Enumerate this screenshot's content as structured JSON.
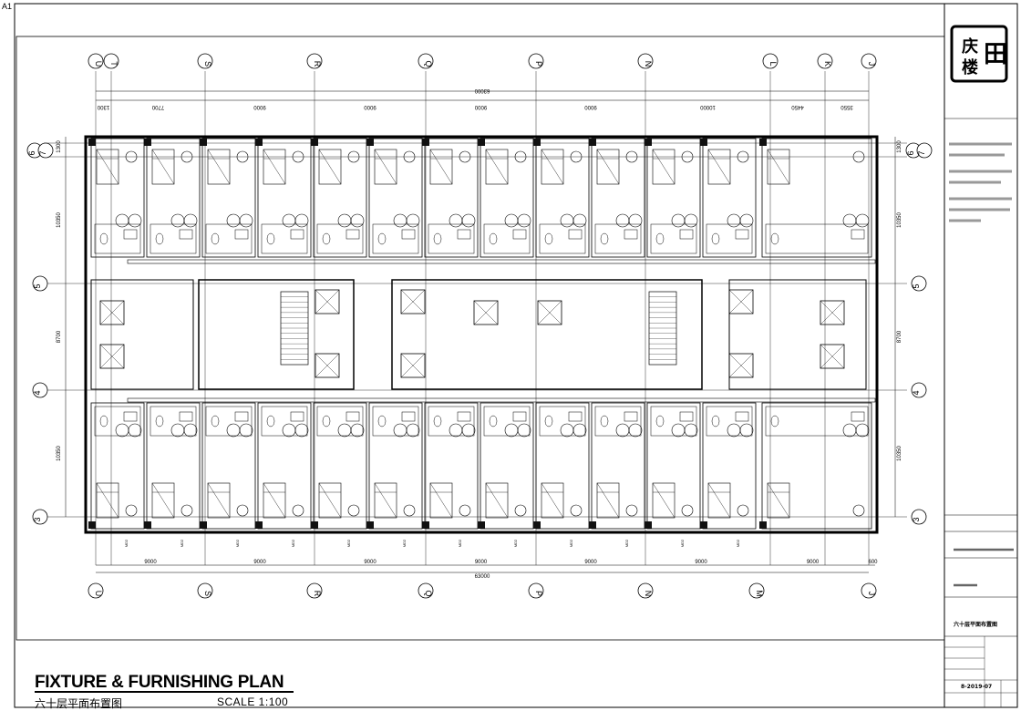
{
  "sheet": {
    "label": "A1"
  },
  "title_block": {
    "title": "FIXTURE & FURNISHING PLAN",
    "subtitle": "六十层平面布置图",
    "scale": "SCALE 1:100",
    "drawing_title": "六十层平面布置图",
    "logo_chars": [
      "庆",
      "楼",
      "田"
    ],
    "date_code": "8-2019-07"
  },
  "grid": {
    "top_axes": [
      "U",
      "T",
      "S",
      "R",
      "Q",
      "P",
      "N",
      "L",
      "K",
      "J"
    ],
    "bottom_axes": [
      "U",
      "S",
      "R",
      "Q",
      "P",
      "N",
      "M",
      "J"
    ],
    "left_axes": [
      "6",
      "7",
      "5",
      "4",
      "3"
    ],
    "right_axes": [
      "6",
      "7",
      "5",
      "4",
      "3"
    ]
  },
  "dimensions": {
    "top_total": "63000",
    "top_segments": [
      "1300",
      "7700",
      "9000",
      "9000",
      "9000",
      "9000",
      "10000",
      "4450",
      "3550"
    ],
    "bottom_total": "63000",
    "bottom_segments": [
      "9000",
      "9000",
      "9000",
      "9000",
      "9000",
      "9000",
      "9000",
      "600"
    ],
    "left_segments": [
      "1300",
      "10350",
      "8700",
      "10350"
    ],
    "right_segments": [
      "1300",
      "10350",
      "8700",
      "10350"
    ]
  },
  "colors": {
    "line": "#000000",
    "background": "#ffffff",
    "wall": "#222222"
  }
}
